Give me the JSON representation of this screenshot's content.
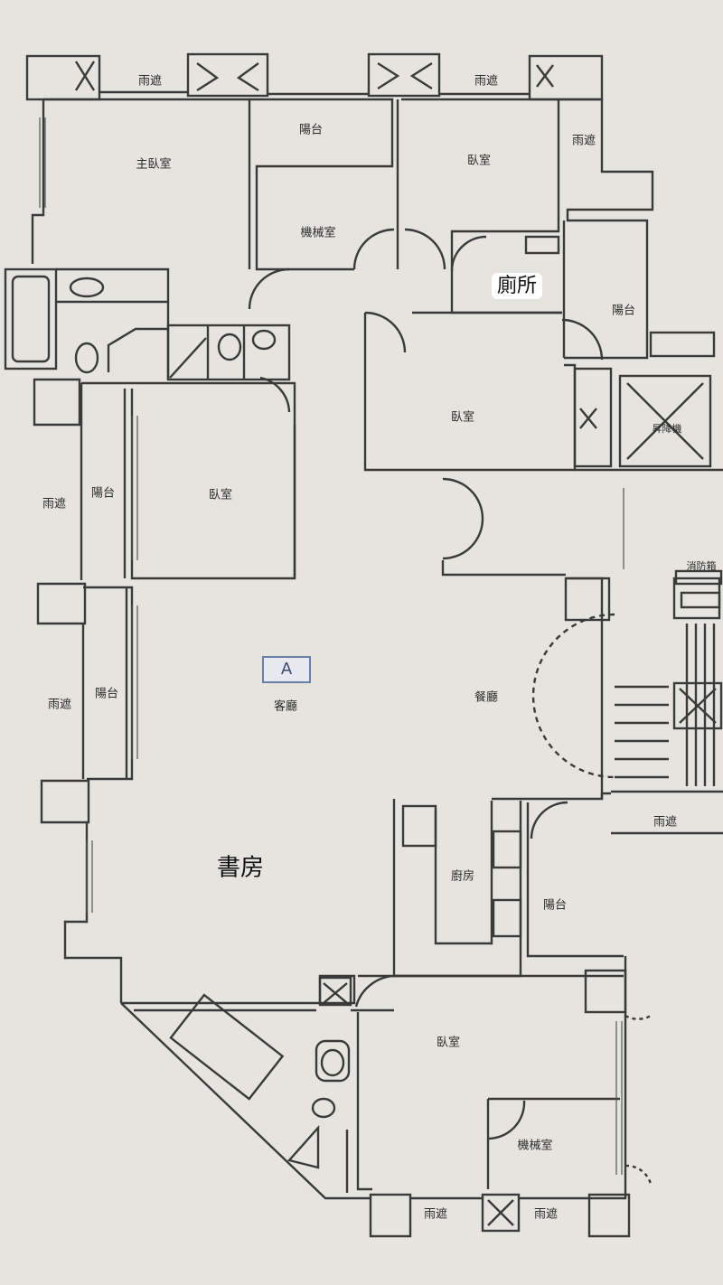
{
  "unit_label": "A",
  "rooms": {
    "master_bedroom": "主臥室",
    "balcony_top": "陽台",
    "bedroom_top_right": "臥室",
    "mech_room_top": "機械室",
    "toilet": "廁所",
    "balcony_right": "陽台",
    "bedroom_mid_right": "臥室",
    "elevator": "昇降機",
    "balcony_left_upper": "陽台",
    "bedroom_left": "臥室",
    "balcony_left_lower": "陽台",
    "living_room": "客廳",
    "dining_room": "餐廳",
    "study": "書房",
    "kitchen": "廚房",
    "balcony_kitchen": "陽台",
    "bedroom_bottom": "臥室",
    "mech_room_bottom": "機械室",
    "fire_box": "消防箱"
  },
  "canopies": {
    "top_1": "雨遮",
    "top_2": "雨遮",
    "right_top": "雨遮",
    "left_upper": "雨遮",
    "left_lower": "雨遮",
    "right_mid": "雨遮",
    "bottom_1": "雨遮",
    "bottom_2": "雨遮"
  }
}
